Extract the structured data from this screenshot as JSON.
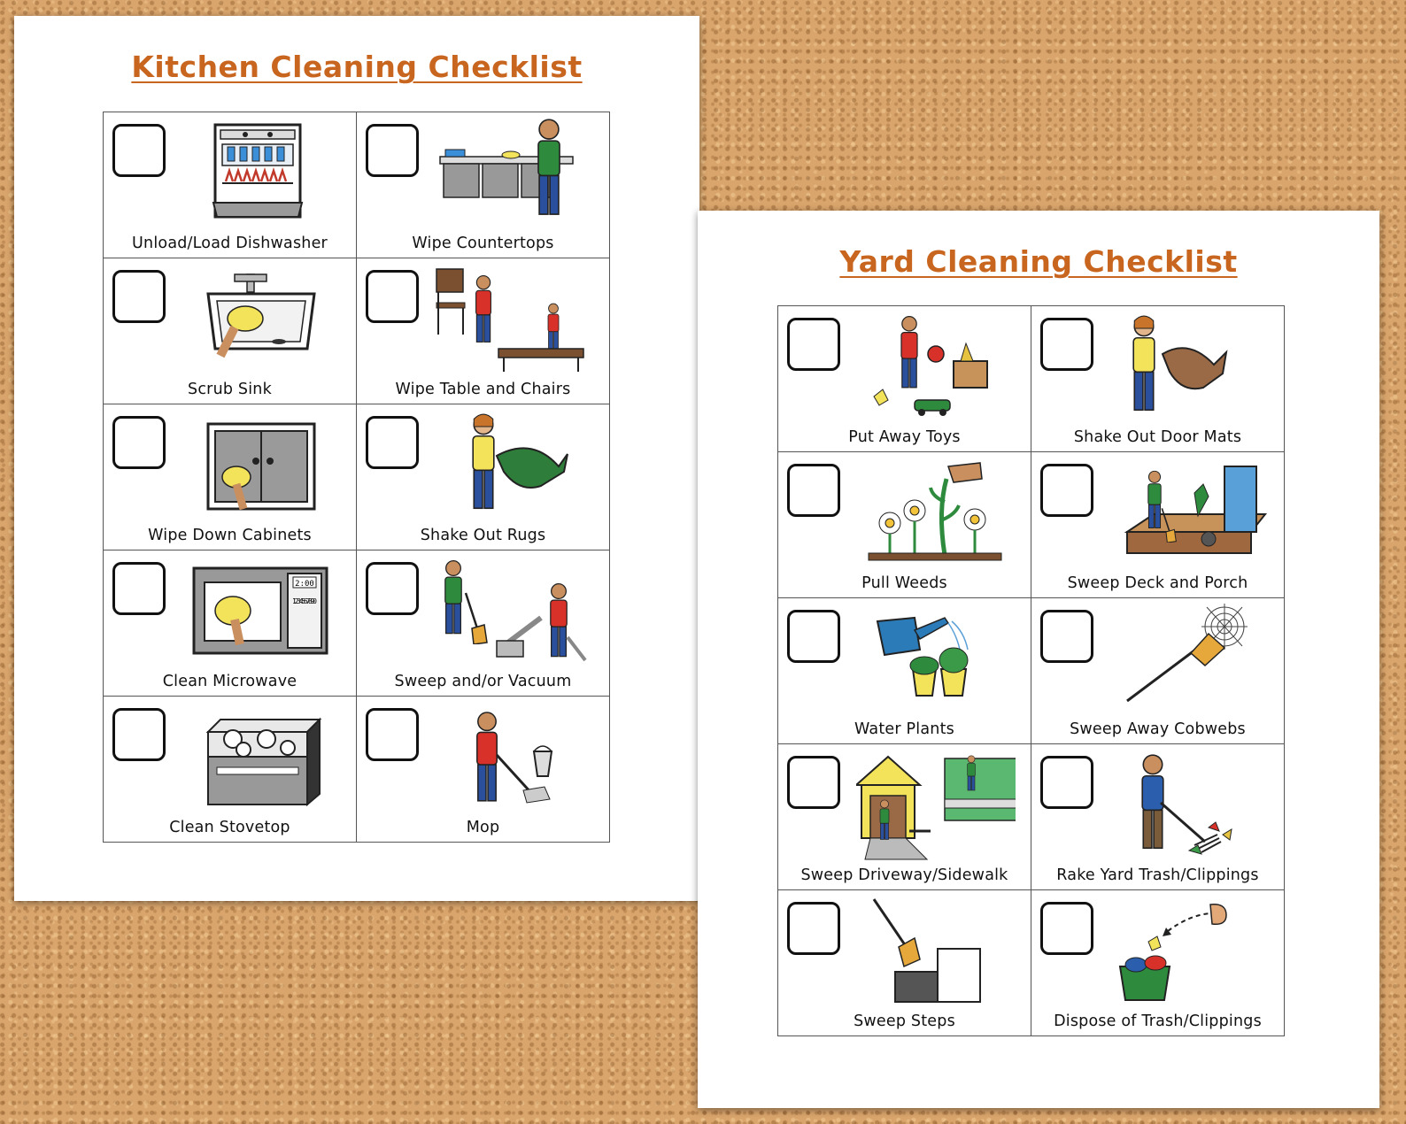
{
  "kitchen": {
    "title": "Kitchen Cleaning Checklist",
    "items": [
      {
        "label": "Unload/Load Dishwasher",
        "icon": "dishwasher-icon"
      },
      {
        "label": "Wipe Countertops",
        "icon": "countertop-icon"
      },
      {
        "label": "Scrub Sink",
        "icon": "sink-icon"
      },
      {
        "label": "Wipe Table and Chairs",
        "icon": "table-chairs-icon"
      },
      {
        "label": "Wipe Down Cabinets",
        "icon": "cabinet-icon"
      },
      {
        "label": "Shake Out Rugs",
        "icon": "rug-shake-icon"
      },
      {
        "label": "Clean Microwave",
        "icon": "microwave-icon"
      },
      {
        "label": "Sweep and/or Vacuum",
        "icon": "broom-vacuum-icon"
      },
      {
        "label": "Clean Stovetop",
        "icon": "stove-icon"
      },
      {
        "label": "Mop",
        "icon": "mop-icon"
      }
    ],
    "microwave_display": "2:00",
    "microwave_keys": "1 2 3 4 5 6 7 8 9 0"
  },
  "yard": {
    "title": "Yard Cleaning Checklist",
    "items": [
      {
        "label": "Put Away Toys",
        "icon": "toys-icon"
      },
      {
        "label": "Shake Out Door Mats",
        "icon": "door-mat-icon"
      },
      {
        "label": "Pull Weeds",
        "icon": "weeds-icon"
      },
      {
        "label": "Sweep Deck and Porch",
        "icon": "deck-sweep-icon"
      },
      {
        "label": "Water Plants",
        "icon": "watering-can-icon"
      },
      {
        "label": "Sweep Away Cobwebs",
        "icon": "cobweb-icon"
      },
      {
        "label": "Sweep Driveway/Sidewalk",
        "icon": "driveway-icon"
      },
      {
        "label": "Rake Yard Trash/Clippings",
        "icon": "rake-icon"
      },
      {
        "label": "Sweep Steps",
        "icon": "steps-icon"
      },
      {
        "label": "Dispose of Trash/Clippings",
        "icon": "trash-bin-icon"
      }
    ]
  },
  "colors": {
    "title": "#c8651e",
    "cork": "#d9a56c",
    "grid_line": "#555555"
  }
}
